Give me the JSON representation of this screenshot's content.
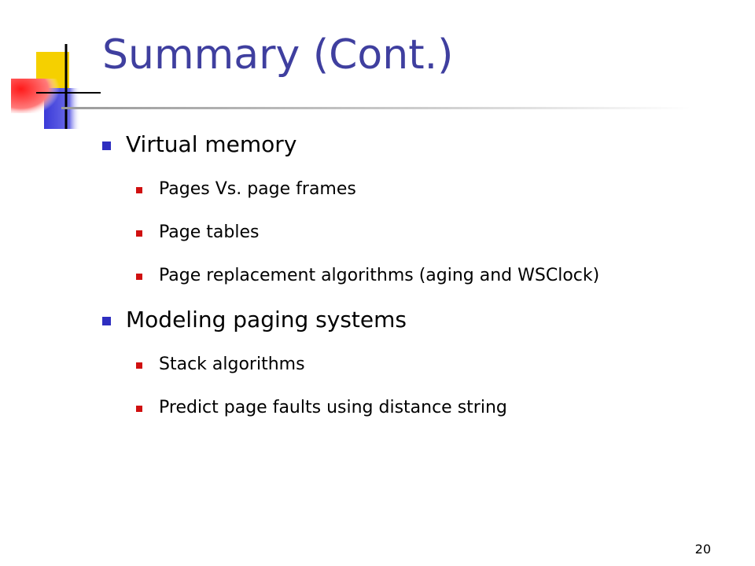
{
  "colors": {
    "title": "#3f3f9f",
    "l1_bullet": "#2e2ec0",
    "l2_bullet": "#d01010",
    "logo_yellow": "#f5d000",
    "logo_red": "#ff3030",
    "logo_blue": "#3a3ad8"
  },
  "slide": {
    "title": "Summary (Cont.)",
    "sections": [
      {
        "heading": "Virtual memory",
        "items": [
          "Pages Vs. page frames",
          "Page tables",
          "Page replacement algorithms (aging and WSClock)"
        ]
      },
      {
        "heading": "Modeling paging systems",
        "items": [
          "Stack algorithms",
          "Predict page faults using distance string"
        ]
      }
    ],
    "page_number": "20"
  }
}
